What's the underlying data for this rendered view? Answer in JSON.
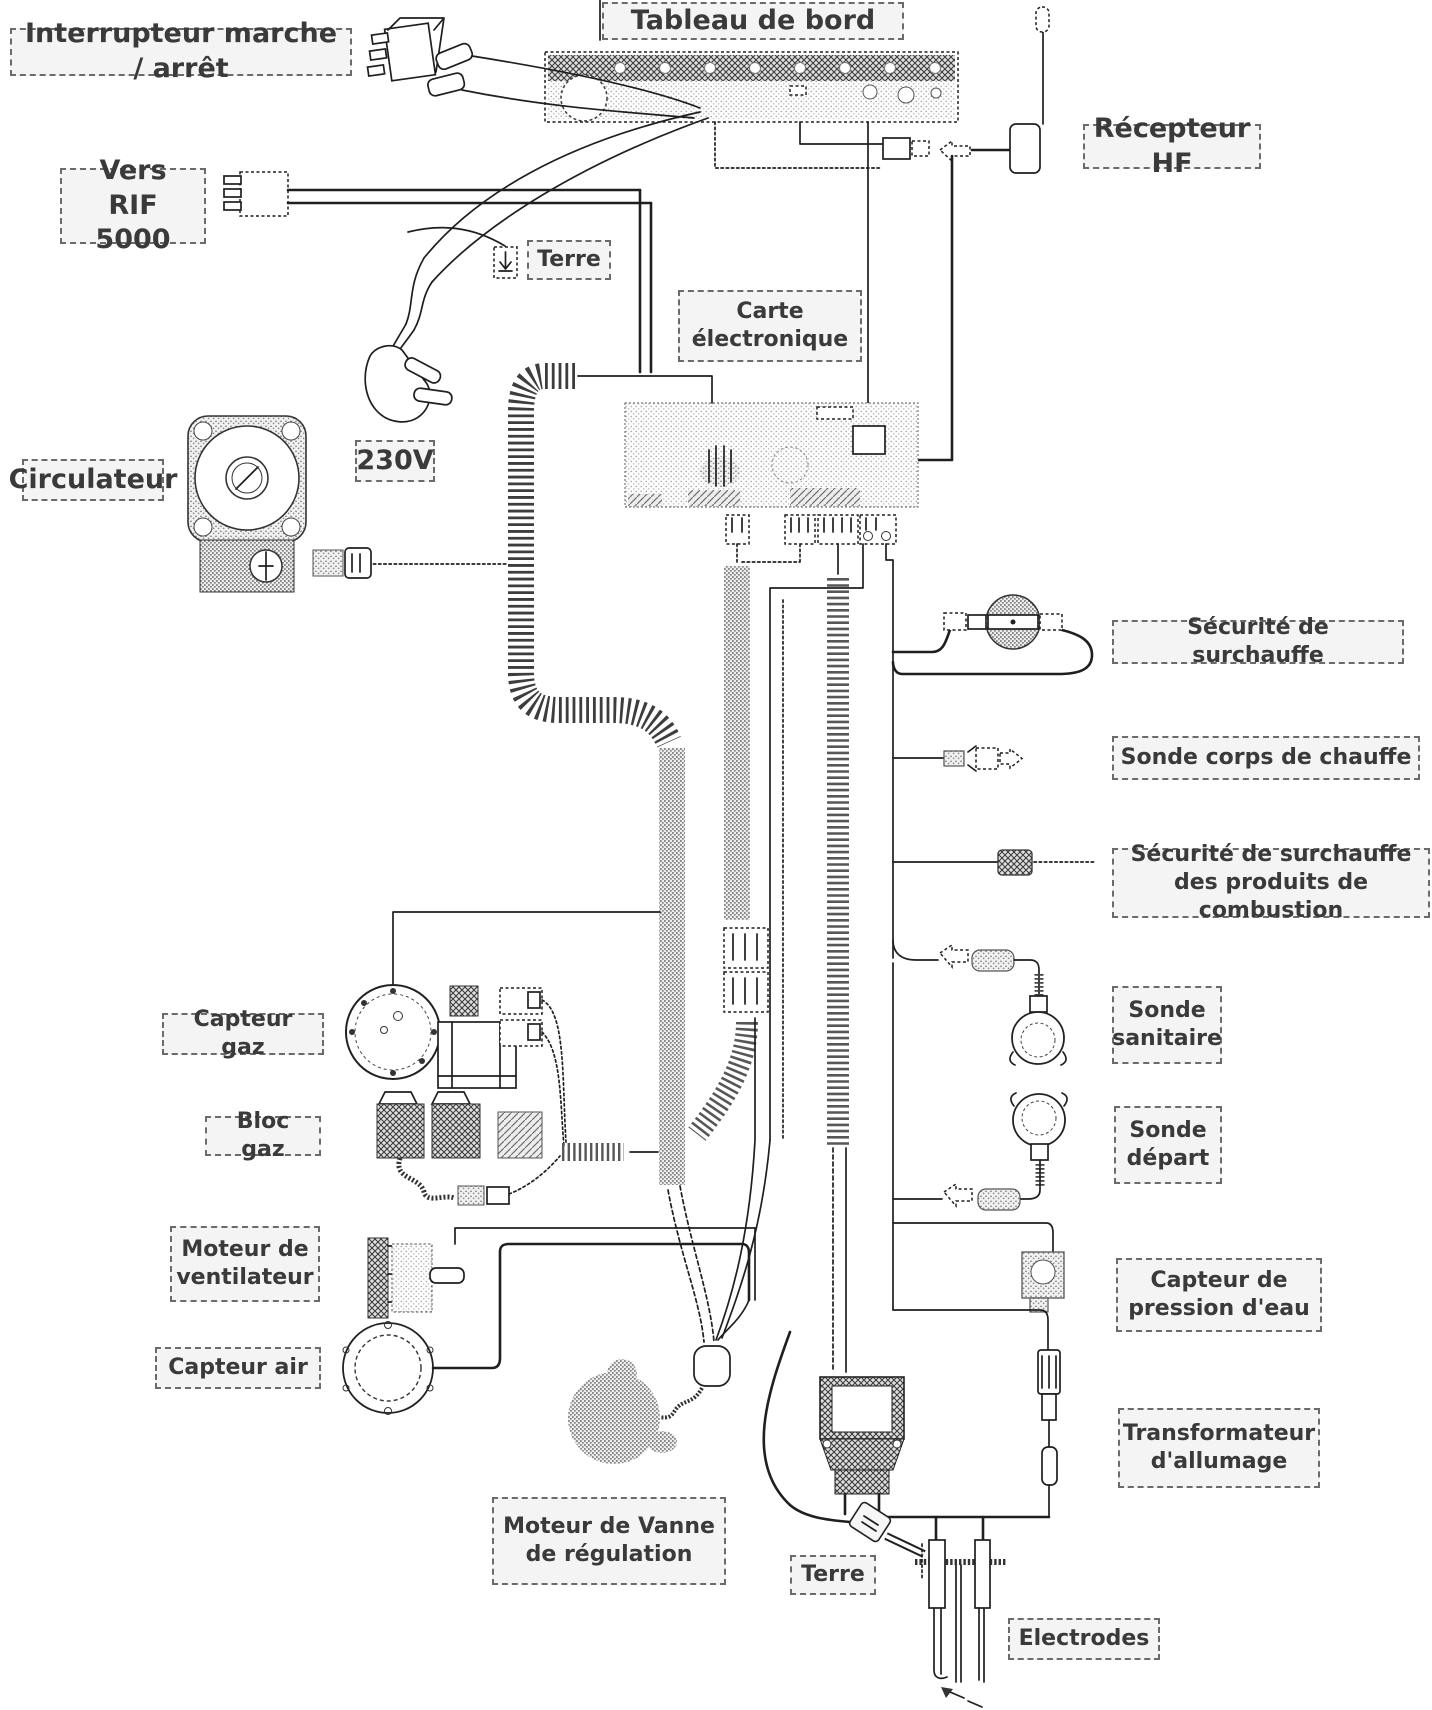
{
  "title": "Schéma électrique chaudière",
  "colors": {
    "background": "#ffffff",
    "wire": "#1f1f1f",
    "label_background": "#f4f4f4",
    "label_border": "#6b6b6b",
    "label_text": "#3a3a3a",
    "component_fill": "#d8d8d8"
  },
  "labels": {
    "interrupteur": {
      "text": "Interrupteur marche / arrêt"
    },
    "tableau_de_bord": {
      "text": "Tableau de bord"
    },
    "recepteur_hf": {
      "text": "Récepteur HF"
    },
    "vers_rif": {
      "text": "Vers\nRIF 5000"
    },
    "terre_haut": {
      "text": "Terre"
    },
    "carte_electronique": {
      "text": "Carte\nélectronique"
    },
    "v230": {
      "text": "230V"
    },
    "circulateur": {
      "text": "Circulateur"
    },
    "securite_surchauffe": {
      "text": "Sécurité de surchauffe"
    },
    "sonde_corps": {
      "text": "Sonde corps de chauffe"
    },
    "securite_combustion": {
      "text": "Sécurité de surchauffe\ndes produits de combustion"
    },
    "sonde_sanitaire": {
      "text": "Sonde\nsanitaire"
    },
    "sonde_depart": {
      "text": "Sonde\ndépart"
    },
    "capteur_gaz": {
      "text": "Capteur gaz"
    },
    "bloc_gaz": {
      "text": "Bloc gaz"
    },
    "moteur_ventilateur": {
      "text": "Moteur de\nventilateur"
    },
    "capteur_air": {
      "text": "Capteur air"
    },
    "moteur_vanne": {
      "text": "Moteur de Vanne\nde régulation"
    },
    "terre_bas": {
      "text": "Terre"
    },
    "capteur_pression": {
      "text": "Capteur de\npression d'eau"
    },
    "transformateur": {
      "text": "Transformateur\nd'allumage"
    },
    "electrodes": {
      "text": "Electrodes"
    }
  }
}
